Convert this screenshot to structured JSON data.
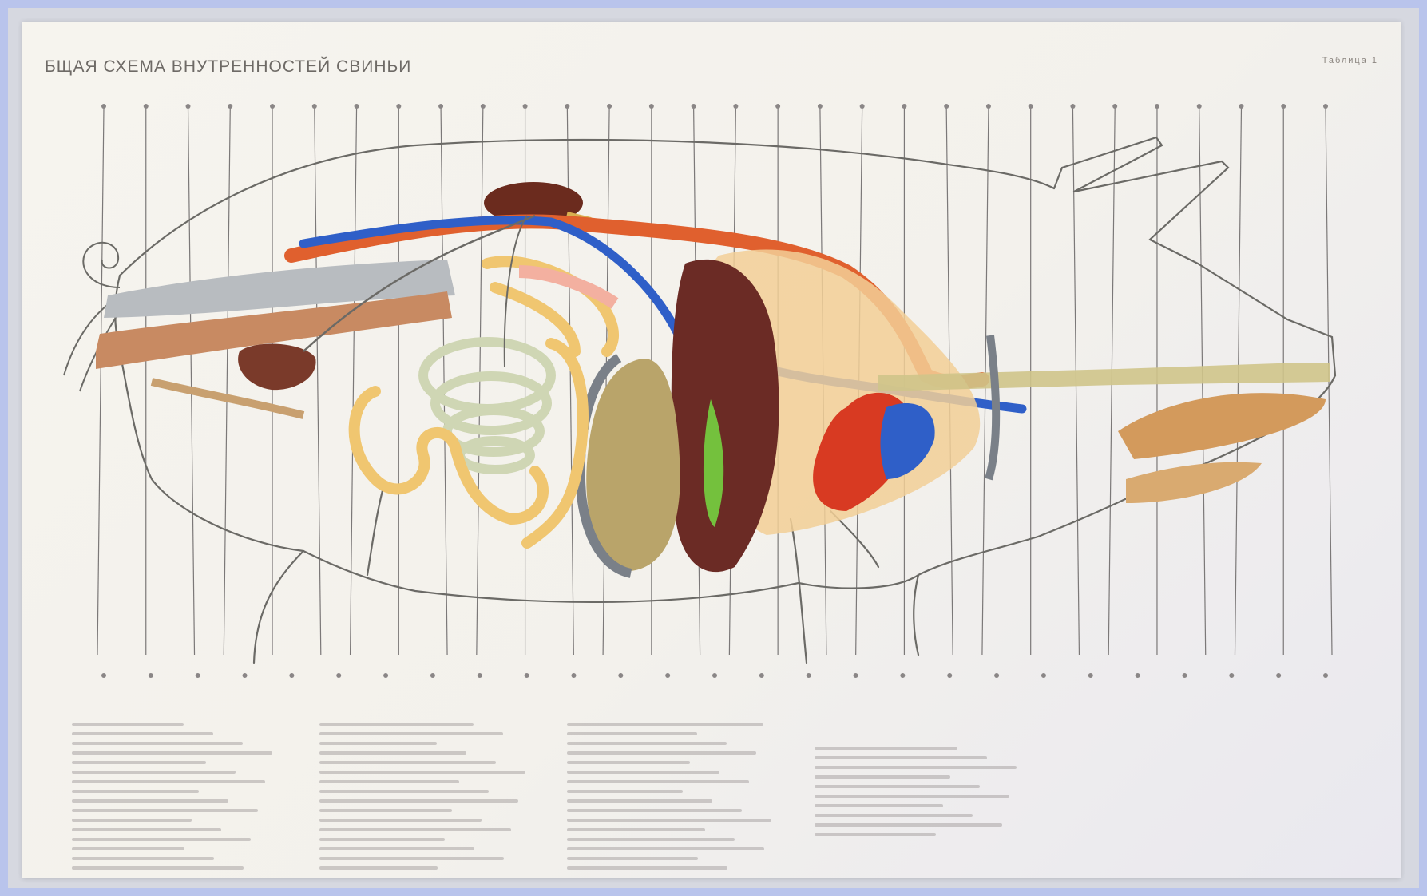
{
  "poster": {
    "title": "БЩАЯ СХЕМА ВНУТРЕННОСТЕЙ СВИНЬИ",
    "table_label": "Таблица 1"
  },
  "pointer_count_top": 30,
  "pointer_count_bottom": 27,
  "legend_column_count": 4,
  "colors": {
    "frame": "#b9c4ec",
    "paper": "#f5f3ee",
    "outline": "#6b6a66",
    "artery": "#e0602e",
    "vein": "#2f5fc8",
    "liver": "#6b2b25",
    "lung": "#f2cf97",
    "heart": "#d83a22",
    "intestine": "#f0c670",
    "colon": "#cfd6b4",
    "stomach": "#b9a46a",
    "spleen": "#7a8088",
    "gall_bladder": "#74c13d",
    "rectum": "#c88a62",
    "trachea": "#b8bcc0",
    "tongue": "#d39a5c",
    "kidney": "#7a2a1c"
  },
  "icons": [
    "pig-outline-icon",
    "kidney-icon",
    "liver-icon",
    "heart-icon",
    "stomach-icon",
    "lung-icon"
  ]
}
